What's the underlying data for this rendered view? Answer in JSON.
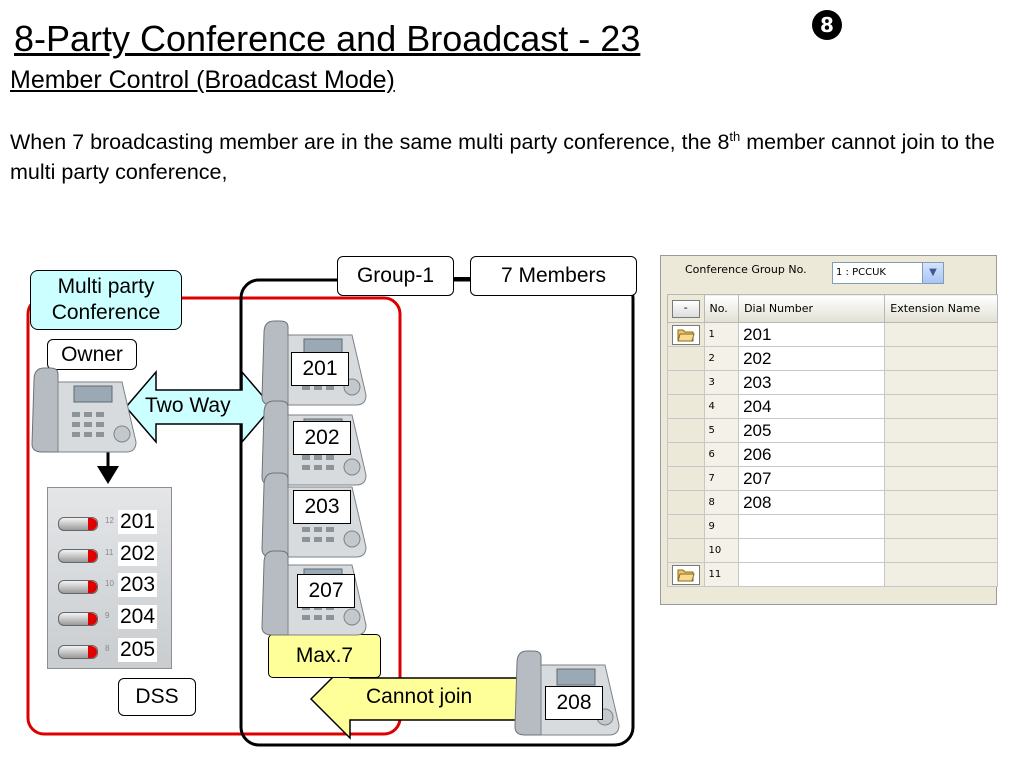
{
  "header": {
    "title": "8-Party Conference and Broadcast - 23",
    "badge": "8",
    "subtitle": "Member Control (Broadcast Mode)"
  },
  "description": {
    "part1": "When 7 broadcasting member are in the same multi party conference, the 8",
    "sup": "th",
    "part2": " member cannot join to the multi party conference,"
  },
  "diagram": {
    "multi_party_line1": "Multi party",
    "multi_party_line2": "Conference",
    "owner": "Owner",
    "two_way": "Two Way",
    "group": "Group-1",
    "members": "7 Members",
    "group_phones": [
      "201",
      "202",
      "203",
      "207"
    ],
    "max": "Max.7",
    "cannot_join": "Cannot join",
    "outside_phone": "208",
    "dss_label": "DSS",
    "dss_keys": [
      {
        "small": "12",
        "num": "201"
      },
      {
        "small": "11",
        "num": "202"
      },
      {
        "small": "10",
        "num": "203"
      },
      {
        "small": "9",
        "num": "204"
      },
      {
        "small": "8",
        "num": "205"
      }
    ],
    "colors": {
      "red_frame": "#dd0000",
      "conference_label": "#ccffff",
      "arrow_fill": "#ffff99",
      "two_way_fill": "#ccffff"
    }
  },
  "panel": {
    "conf_group_label": "Conference Group No.",
    "conf_group_value": "1 : PCCUK",
    "columns": [
      "-",
      "No.",
      "Dial Number",
      "Extension Name"
    ],
    "rows": [
      {
        "no": "1",
        "dial": "201"
      },
      {
        "no": "2",
        "dial": "202"
      },
      {
        "no": "3",
        "dial": "203"
      },
      {
        "no": "4",
        "dial": "204"
      },
      {
        "no": "5",
        "dial": "205"
      },
      {
        "no": "6",
        "dial": "206"
      },
      {
        "no": "7",
        "dial": "207"
      },
      {
        "no": "8",
        "dial": "208"
      },
      {
        "no": "9",
        "dial": ""
      },
      {
        "no": "10",
        "dial": ""
      },
      {
        "no": "11",
        "dial": ""
      }
    ]
  }
}
